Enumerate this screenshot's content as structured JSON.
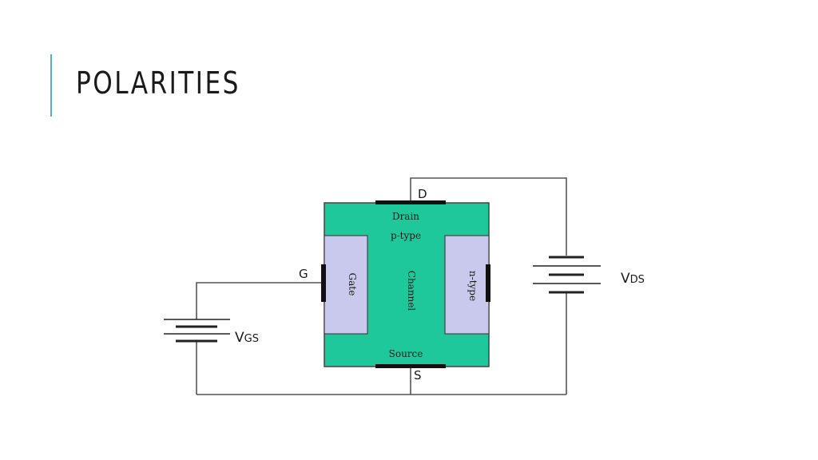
{
  "slide": {
    "title": "POLARITIES"
  },
  "diagram": {
    "colors": {
      "body": "#1fc89a",
      "gate_region": "#c9c9ee",
      "wire": "#555555",
      "contact": "#111111",
      "accent": "#4fb3c4"
    },
    "terminals": {
      "drain": "D",
      "gate": "G",
      "source": "S"
    },
    "labels": {
      "drain": "Drain",
      "channel_type": "p-type",
      "source": "Source",
      "gate_left": "Gate",
      "channel": "Channel",
      "gate_right": "n-type"
    },
    "sources": {
      "vgs_main": "V",
      "vgs_sub": "GS",
      "vds_main": "V",
      "vds_sub": "DS"
    }
  }
}
